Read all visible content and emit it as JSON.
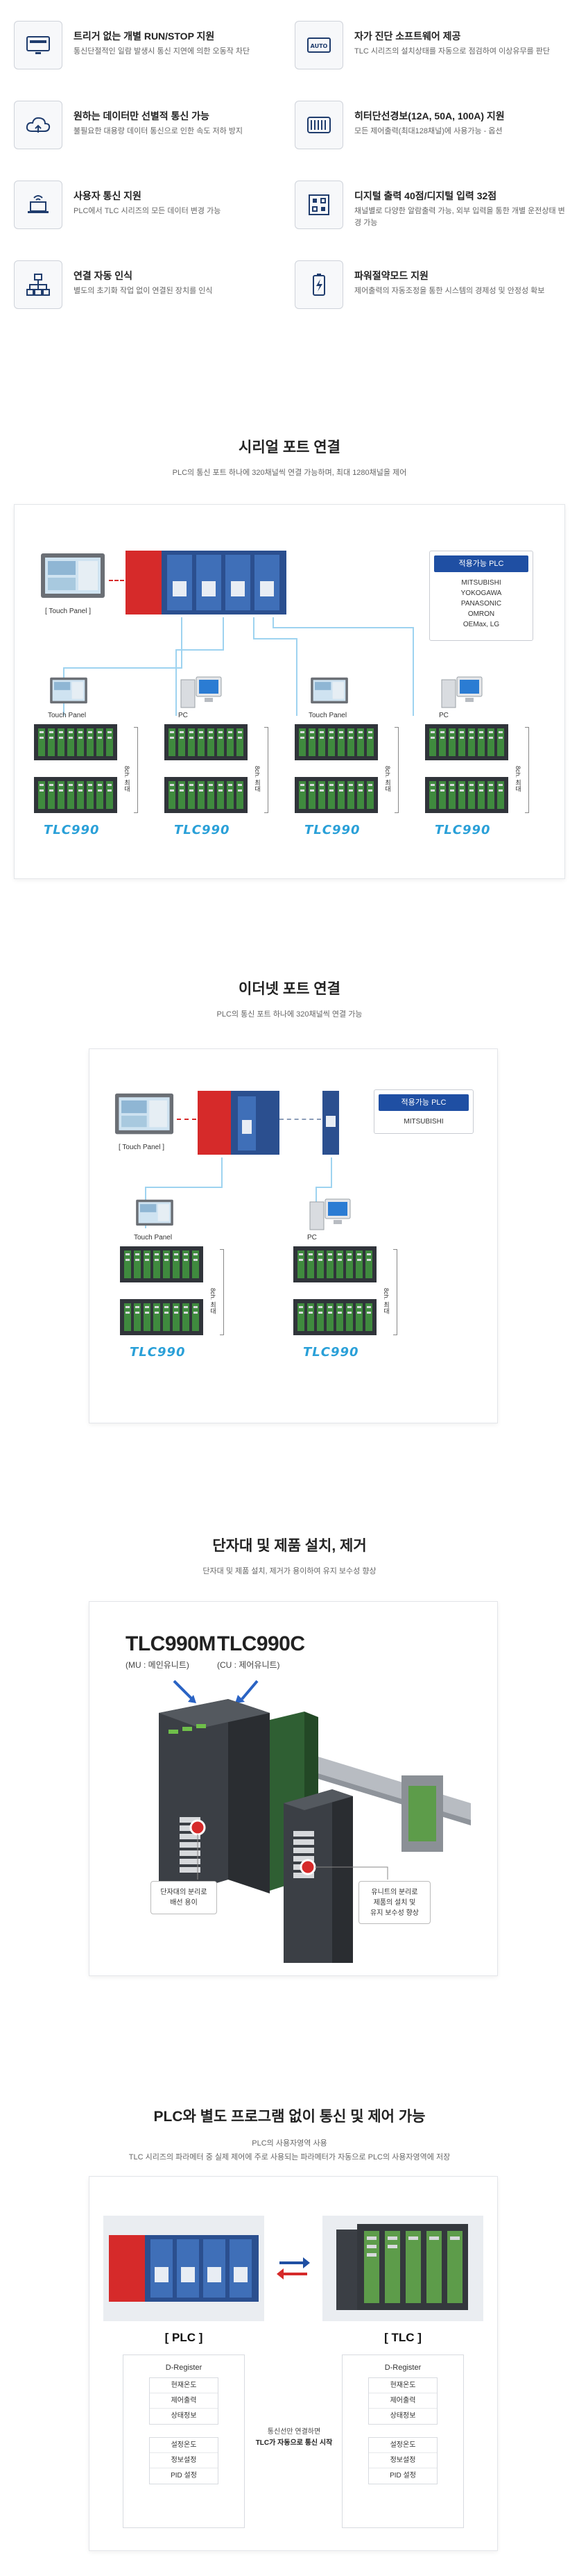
{
  "features": [
    {
      "title": "트리거 없는 개별 RUN/STOP 지원",
      "desc": "통신단절적인 일람 발생시 통신 지연에 의한 오동작 차단",
      "icon": "display-icon"
    },
    {
      "title": "자가 진단 소프트웨어 제공",
      "desc": "TLC 시리즈의 설치상태를 자동으로 점검하여 이상유무를 판단",
      "icon": "auto-icon"
    },
    {
      "title": "원하는 데이터만 선별적 통신 가능",
      "desc": "불필요한 대용량 데이터 통신으로 인한 속도 저하 방지",
      "icon": "cloud-icon"
    },
    {
      "title": "히터단선경보(12A, 50A, 100A) 지원",
      "desc": "모든 제어출력(최대128채널)에 사용가능 - 옵션",
      "icon": "heater-icon"
    },
    {
      "title": "사용자 통신 지원",
      "desc": "PLC에서 TLC 시리즈의 모든 데이터 변경 가능",
      "icon": "laptop-wifi-icon"
    },
    {
      "title": "디지털 출력 40점/디지털 입력 32점",
      "desc": "채널별로 다양한 알람출력 가능, 외부 입력을 통한 개별 운전상태 변경 가능",
      "icon": "grid-icon"
    },
    {
      "title": "연결 자동 인식",
      "desc": "별도의 초기화 작업 없이 연결된 장치를 인식",
      "icon": "network-icon"
    },
    {
      "title": "파워절약모드 지원",
      "desc": "제어출력의 자동조정을 통한 시스템의 경제성 및 안정성 확보",
      "icon": "battery-icon"
    }
  ],
  "serial": {
    "title": "시리얼 포트 연결",
    "subtitle": "PLC의 통신 포트 하나에 320채널씩 연결 가능하며, 최대 1280채널을 제어",
    "touch_label": "[ Touch Panel ]",
    "plc_title": "적용가능 PLC",
    "plc_list": "MITSUBISHI\nYOKOGAWA\nPANASONIC\nOMRON\nOEMax, LG",
    "groups": [
      {
        "device": "Touch Panel",
        "channels": "8ch. 최대"
      },
      {
        "device": "PC",
        "channels": "8ch. 최대"
      },
      {
        "device": "Touch Panel",
        "channels": "8ch. 최대"
      },
      {
        "device": "PC",
        "channels": "8ch. 최대"
      }
    ],
    "logo": "TLC990"
  },
  "ethernet": {
    "title": "이더넷 포트 연결",
    "subtitle": "PLC의 통신 포트 하나에 320채널씩 연결 가능",
    "touch_label": "[ Touch Panel ]",
    "plc_title": "적용가능 PLC",
    "plc_list": "MITSUBISHI",
    "groups": [
      {
        "device": "Touch Panel",
        "channels": "8ch. 최대"
      },
      {
        "device": "PC",
        "channels": "8ch. 최대"
      }
    ],
    "logo": "TLC990"
  },
  "install": {
    "title": "단자대 및 제품 설치, 제거",
    "subtitle": "단자대 및 제품 설치, 제거가 용이하여 유지 보수성 향상",
    "main_model": "TLC990M",
    "main_desc": "(MU : 메인유니트)",
    "ctrl_model": "TLC990C",
    "ctrl_desc": "(CU : 제어유니트)",
    "callout_left": "단자대의 분리로\n배선 용이",
    "callout_right": "유니트의 분리로\n제품의 설치 및\n유지 보수성 향상"
  },
  "comm": {
    "title": "PLC와 별도 프로그램 없이 통신 및 제어 가능",
    "subtitle1": "PLC의 사용자영역 사용",
    "subtitle2": "TLC 시리즈의 파라메터 중 실제 제어에 주로 사용되는 파라메터가 자동으로 PLC의 사용자영역에 저장",
    "plc_label": "[ PLC ]",
    "tlc_label": "[ TLC ]",
    "reg_title": "D-Register",
    "regs_top": [
      "현재온도",
      "제어출력",
      "상태정보"
    ],
    "regs_bottom": [
      "설정온도",
      "정보설정",
      "PID 설정"
    ],
    "center_line1": "통신선만 연결하면",
    "center_line2": "TLC가 자동으로 통신 시작"
  },
  "colors": {
    "accent": "#1f4fa3",
    "wire": "#9ed3f0",
    "logo": "#2aa0d8",
    "red": "#d62a2a"
  }
}
